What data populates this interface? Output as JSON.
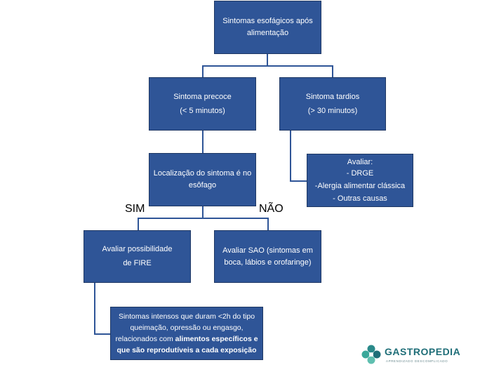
{
  "nodes": {
    "root": [
      "Sintomas esofágicos após",
      "alimentação"
    ],
    "early": [
      "Sintoma precoce",
      "(< 5 minutos)"
    ],
    "late": [
      "Sintoma tardios",
      "(> 30 minutos)"
    ],
    "location": [
      "Localização do sintoma é no",
      "esôfago"
    ],
    "evaluate_late": [
      "Avaliar:",
      "- DRGE",
      "-Alergia alimentar clássica",
      "- Outras causas"
    ],
    "fire": [
      "Avaliar possibilidade",
      "de FIRE"
    ],
    "sao": [
      "Avaliar SAO (sintomas em",
      "boca, lábios e orofaringe)"
    ],
    "symptoms": {
      "line1": "Sintomas intensos que duram <2h do tipo",
      "line2": "queimação, opressão ou engasgo,",
      "line3_plain": "relacionados com ",
      "line3_bold": "alimentos específicos e",
      "line4_bold": "que são reprodutíveis a cada exposição"
    }
  },
  "labels": {
    "yes": "SIM",
    "no": "NÃO"
  },
  "logo": {
    "name": "GASTROPEDIA",
    "tagline": "APRENDIZADO DESCOMPLICADO"
  },
  "colors": {
    "box": "#2f5597",
    "box_border": "#1f3864",
    "logo_text": "#1f6e78",
    "logo_mark": "#2a8a8a"
  }
}
